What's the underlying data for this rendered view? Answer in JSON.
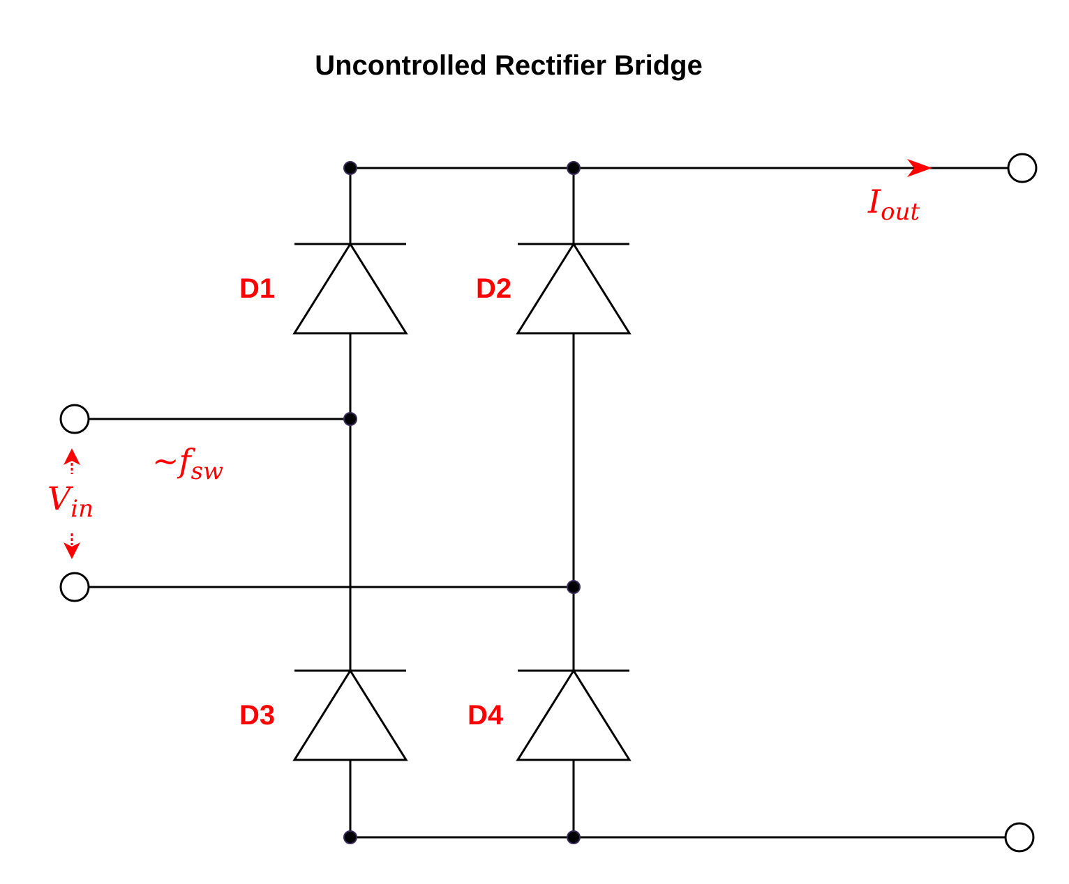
{
  "title": "Uncontrolled Rectifier Bridge",
  "diodes": {
    "d1": "D1",
    "d2": "D2",
    "d3": "D3",
    "d4": "D4"
  },
  "labels": {
    "iout_main": "I",
    "iout_sub": "out",
    "fsw_prefix": "~",
    "fsw_main": "f",
    "fsw_sub": "sw",
    "vin_main": "V",
    "vin_sub": "in"
  },
  "colors": {
    "wire": "#000000",
    "label": "#ff0000",
    "node": "#1a0f2e"
  }
}
